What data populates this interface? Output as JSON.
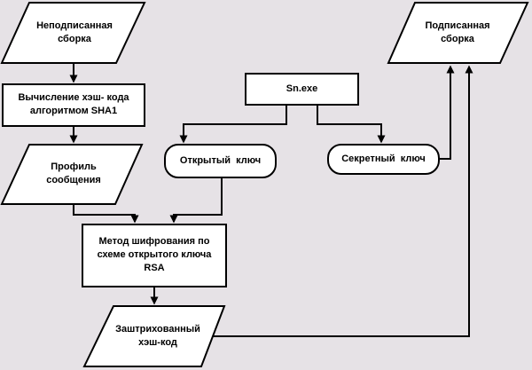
{
  "colors": {
    "background": "#e6e2e6",
    "node_fill": "#ffffff",
    "stroke": "#000000"
  },
  "nodes": {
    "unsigned_assembly": {
      "label": "Неподписанная\nсборка",
      "shape": "parallelogram"
    },
    "hash_calc": {
      "label": "Вычисление хэш- кода\nалгоритмом SHA1",
      "shape": "rectangle"
    },
    "message_profile": {
      "label": "Профиль\nсообщения",
      "shape": "parallelogram"
    },
    "sn_exe": {
      "label": "Sn.exe",
      "shape": "rectangle"
    },
    "public_key": {
      "label": "Открытый  ключ",
      "shape": "rounded"
    },
    "secret_key": {
      "label": "Секретный  ключ",
      "shape": "rounded"
    },
    "rsa_method": {
      "label": "Метод шифрования по\nсхеме открытого ключа\nRSA",
      "shape": "rectangle"
    },
    "hashed_code": {
      "label": "Заштрихованный\nхэш-код",
      "shape": "parallelogram"
    },
    "signed_assembly": {
      "label": "Подписанная\nсборка",
      "shape": "parallelogram"
    }
  },
  "edges": [
    {
      "from": "unsigned_assembly",
      "to": "hash_calc"
    },
    {
      "from": "hash_calc",
      "to": "message_profile"
    },
    {
      "from": "message_profile",
      "to": "rsa_method"
    },
    {
      "from": "sn_exe",
      "to": "public_key"
    },
    {
      "from": "sn_exe",
      "to": "secret_key"
    },
    {
      "from": "public_key",
      "to": "rsa_method"
    },
    {
      "from": "rsa_method",
      "to": "hashed_code"
    },
    {
      "from": "secret_key",
      "to": "signed_assembly"
    },
    {
      "from": "hashed_code",
      "to": "signed_assembly"
    }
  ]
}
